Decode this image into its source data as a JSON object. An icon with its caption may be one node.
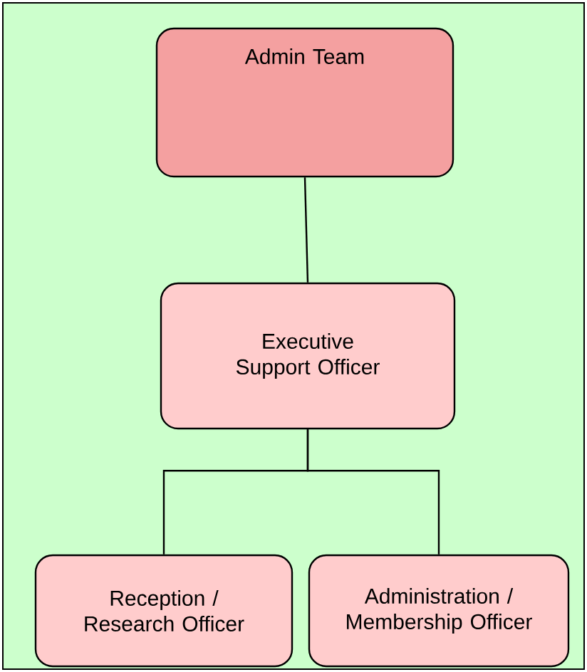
{
  "diagram": {
    "nodes": [
      {
        "text": [
          "Admin Team"
        ]
      },
      {
        "text": [
          "Executive Support Officer"
        ]
      },
      {
        "text": [
          "Reception / Research Officer"
        ]
      },
      {
        "text": [
          "Administration / Membership Officer"
        ]
      }
    ],
    "edges": [
      {
        "from": 0,
        "to": 1,
        "arrow": "none"
      },
      {
        "from": 1,
        "to": 2,
        "arrow": "none"
      },
      {
        "from": 1,
        "to": 3,
        "arrow": "none"
      }
    ]
  }
}
